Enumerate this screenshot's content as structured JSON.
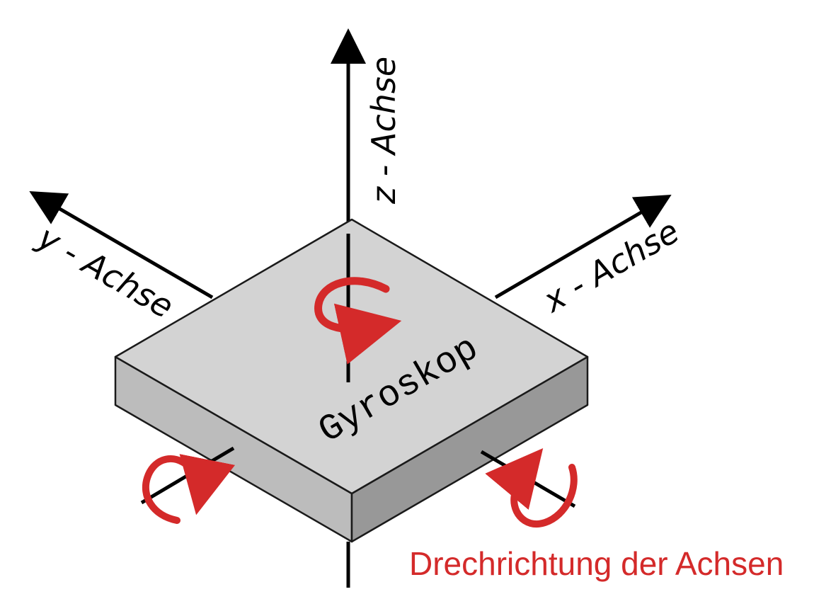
{
  "labels": {
    "z_axis": "z - Achse",
    "y_axis": "y - Achse",
    "x_axis": "x - Achse",
    "chip": "Gyroskop",
    "legend": "Drechrichtung der Achsen"
  },
  "colors": {
    "top_face": "#d3d3d3",
    "left_face": "#bcbcbc",
    "right_face": "#989898",
    "axis": "#000000",
    "rotation_arrow": "#d42a2a",
    "legend_text": "#d42a2a"
  }
}
